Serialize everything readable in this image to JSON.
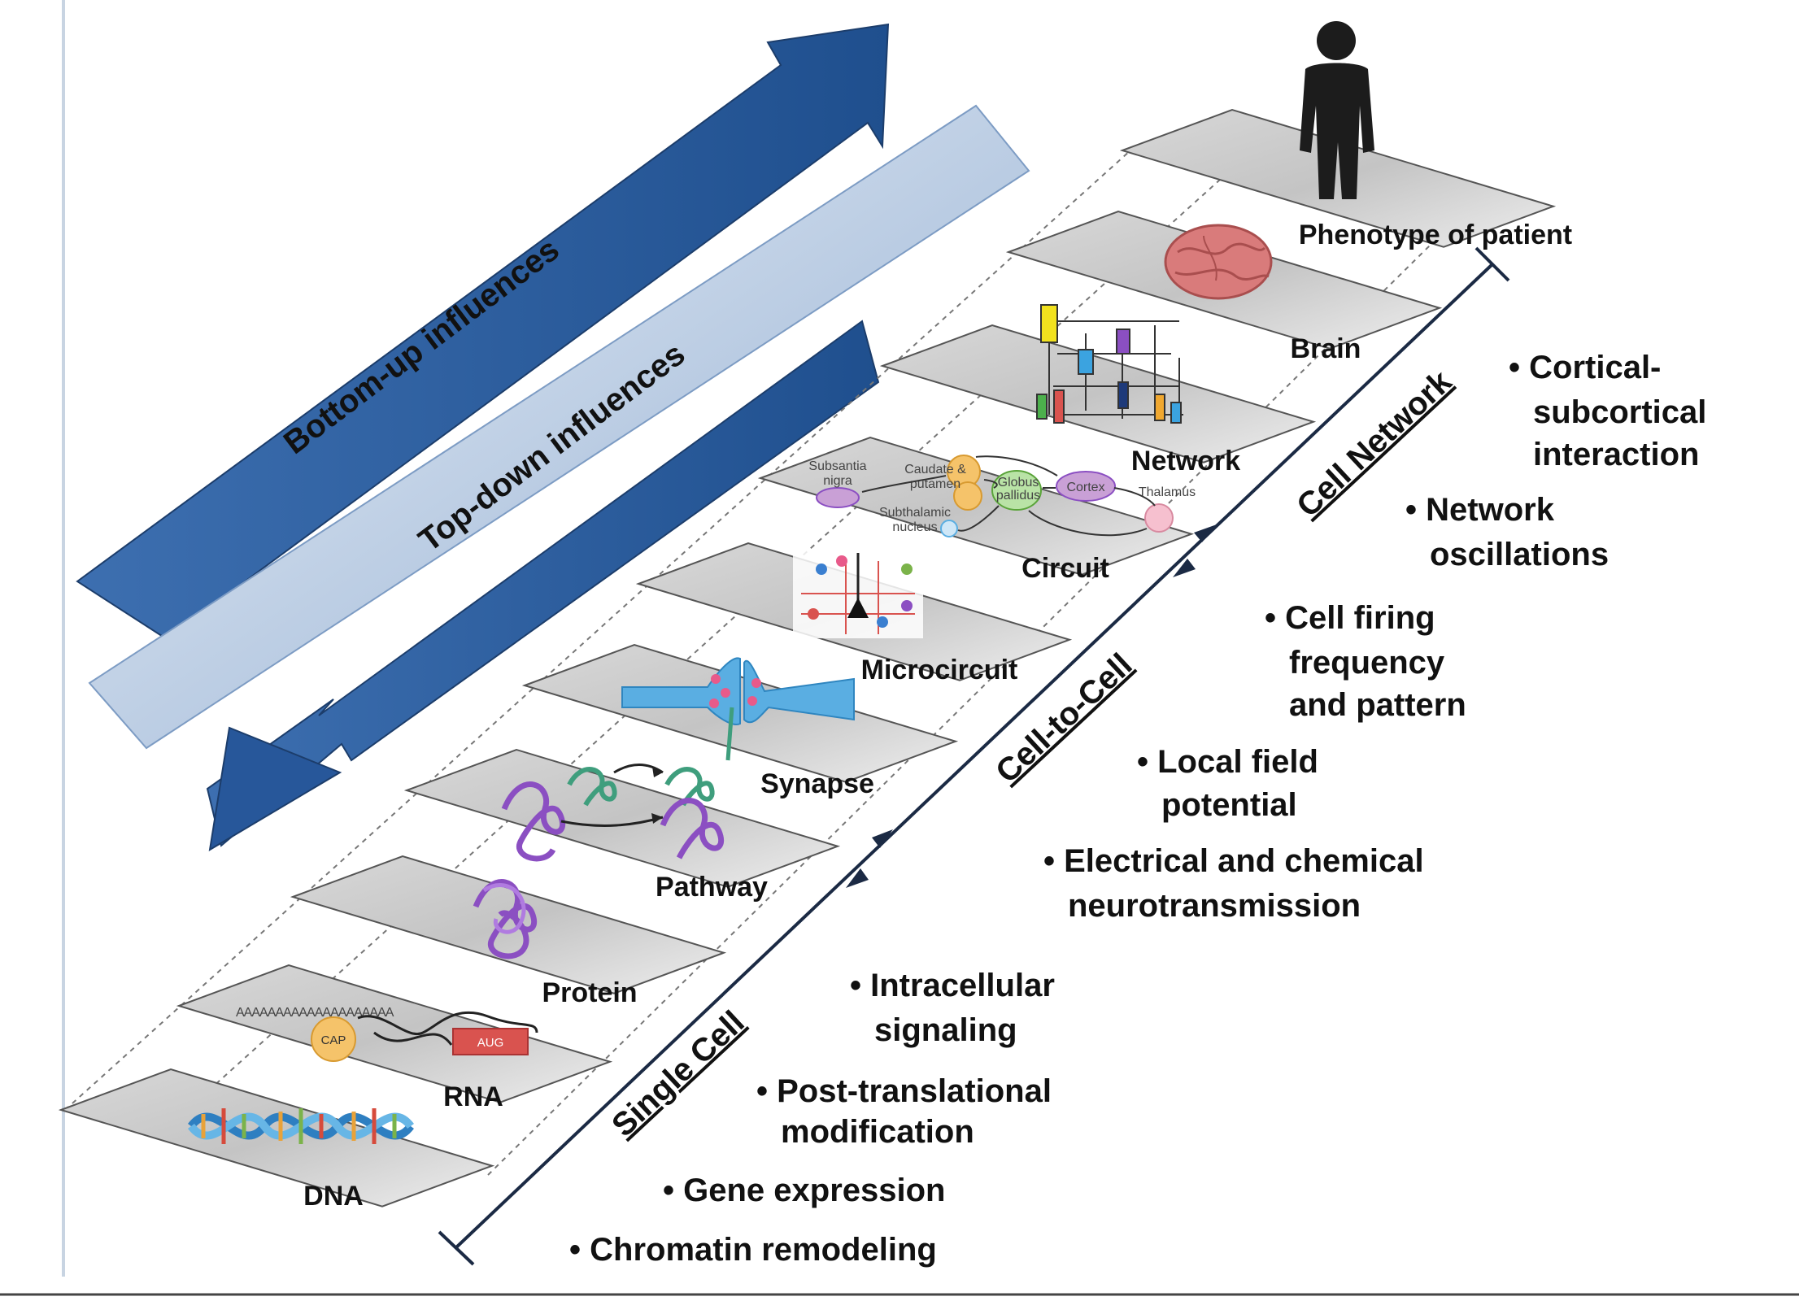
{
  "arrows": {
    "bottom_up": "Bottom-up influences",
    "top_down": "Top-down influences"
  },
  "levels": [
    {
      "id": "dna",
      "label": "DNA"
    },
    {
      "id": "rna",
      "label": "RNA"
    },
    {
      "id": "protein",
      "label": "Protein"
    },
    {
      "id": "pathway",
      "label": "Pathway"
    },
    {
      "id": "synapse",
      "label": "Synapse"
    },
    {
      "id": "microcircuit",
      "label": "Microcircuit"
    },
    {
      "id": "circuit",
      "label": "Circuit"
    },
    {
      "id": "network",
      "label": "Network"
    },
    {
      "id": "brain",
      "label": "Brain"
    },
    {
      "id": "phenotype",
      "label": "Phenotype of patient"
    }
  ],
  "scales": {
    "single_cell": "Single Cell",
    "cell_to_cell": "Cell-to-Cell",
    "cell_network": "Cell Network"
  },
  "bullets": {
    "chromatin": "Chromatin remodeling",
    "gene_expression": "Gene expression",
    "ptm_1": "Post-translational",
    "ptm_2": "modification",
    "intracellular_1": "Intracellular",
    "intracellular_2": "signaling",
    "electrical_1": "Electrical and chemical",
    "electrical_2": "neurotransmission",
    "lfp_1": "Local field",
    "lfp_2": "potential",
    "firing_1": "Cell firing",
    "firing_2": "frequency",
    "firing_3": "and pattern",
    "oscillation_1": "Network",
    "oscillation_2": "oscillations",
    "cortical_1": "Cortical-",
    "cortical_2": "subcortical",
    "cortical_3": "interaction"
  },
  "icon_text": {
    "rna_polya": "AAAAAAAAAAAAAAAAAAAA",
    "rna_cap": "CAP",
    "rna_aug": "AUG",
    "circuit_substantia_1": "Subsantia",
    "circuit_substantia_2": "nigra",
    "circuit_caudate_1": "Caudate &",
    "circuit_caudate_2": "putamen",
    "circuit_globus_1": "Globus",
    "circuit_globus_2": "pallidus",
    "circuit_cortex": "Cortex",
    "circuit_thalamus": "Thalamus",
    "circuit_subthalamic_1": "Subthalamic",
    "circuit_subthalamic_2": "nucleus"
  },
  "colors": {
    "bottom_up_arrow": "#2e5c9a",
    "top_down_arrow": "#a9c1dd",
    "plate": "#c9c9c9",
    "scale_line": "#1b2a44"
  }
}
